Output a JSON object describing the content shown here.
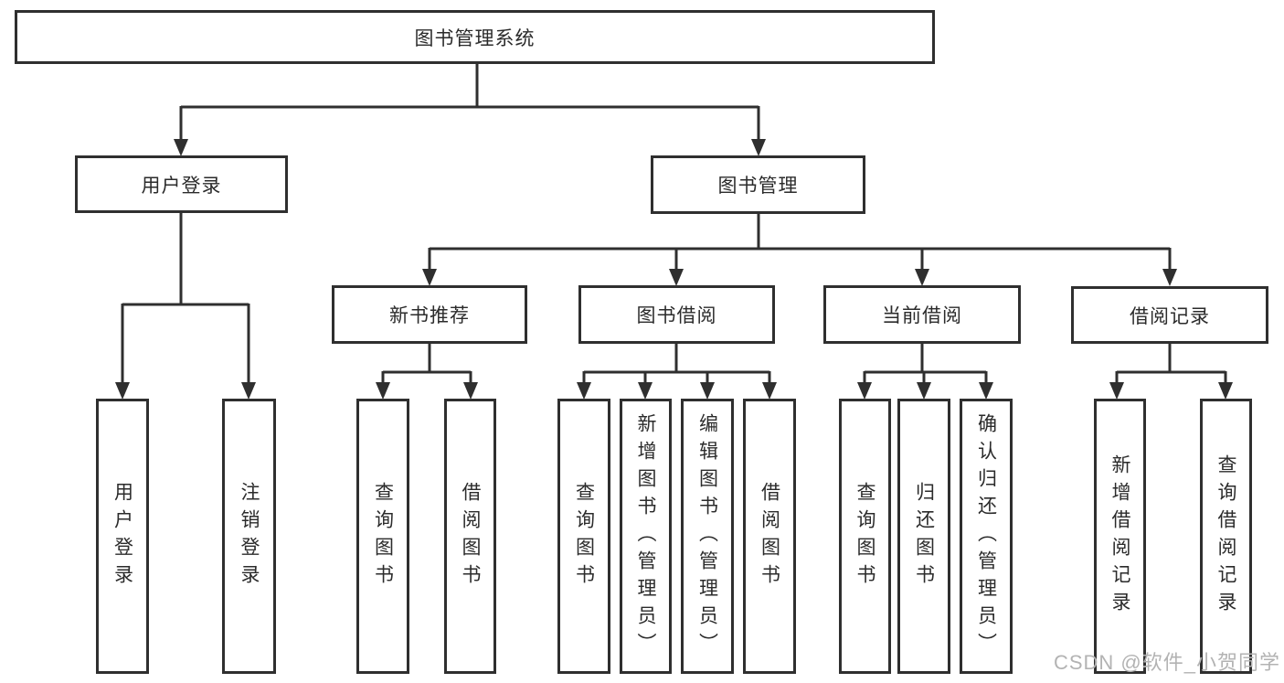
{
  "diagram": {
    "kind": "hierarchy-tree",
    "tree": {
      "label": "图书管理系统",
      "children": [
        {
          "label": "用户登录",
          "children": [
            {
              "label": "用户登录"
            },
            {
              "label": "注销登录"
            }
          ]
        },
        {
          "label": "图书管理",
          "children": [
            {
              "label": "新书推荐",
              "children": [
                {
                  "label": "查询图书"
                },
                {
                  "label": "借阅图书"
                }
              ]
            },
            {
              "label": "图书借阅",
              "children": [
                {
                  "label": "查询图书"
                },
                {
                  "label": "新增图书（管理员）"
                },
                {
                  "label": "编辑图书（管理员）"
                },
                {
                  "label": "借阅图书"
                }
              ]
            },
            {
              "label": "当前借阅",
              "children": [
                {
                  "label": "查询图书"
                },
                {
                  "label": "归还图书"
                },
                {
                  "label": "确认归还（管理员）"
                }
              ]
            },
            {
              "label": "借阅记录",
              "children": [
                {
                  "label": "新增借阅记录"
                },
                {
                  "label": "查询借阅记录"
                }
              ]
            }
          ]
        }
      ]
    },
    "colors": {
      "line": "#2f2f2f",
      "box_border": "#2f2f2f",
      "box_background": "#ffffff",
      "text": "#2b2b2b",
      "watermark": "#b3b3b3"
    }
  },
  "watermark": {
    "text": "CSDN @软件_小贺同学"
  }
}
